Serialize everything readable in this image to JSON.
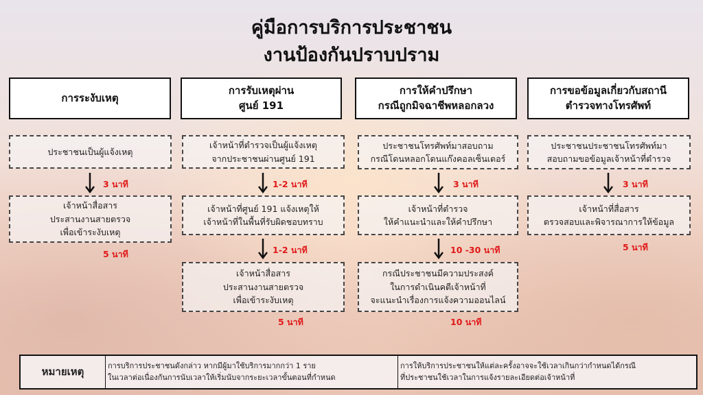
{
  "title": {
    "line1": "คู่มือการบริการประชาชน",
    "line2": "งานป้องกันปราบปราม"
  },
  "columns": [
    {
      "header": "การระงับเหตุ",
      "steps": [
        "ประชาชนเป็นผู้แจ้งเหตุ",
        "เจ้าหน้าสื่อสาร\nประสานงานสายตรวจ\nเพื่อเข้าระงับเหตุ"
      ],
      "times": [
        "3 นาที",
        "5 นาที"
      ]
    },
    {
      "header": "การรับเหตุผ่าน\nศูนย์ 191",
      "steps": [
        "เจ้าหน้าที่ตำรวจเป็นผู้แจ้งเหตุ\nจากประชาชนผ่านศูนย์ 191",
        "เจ้าหน้าที่ศูนย์ 191 แจ้งเหตุให้\nเจ้าหน้าที่ในพื้นที่รับผิดชอบทราบ",
        "เจ้าหน้าสื่อสาร\nประสานงานสายตรวจ\nเพื่อเข้าระงับเหตุ"
      ],
      "times": [
        "1-2 นาที",
        "1-2 นาที",
        "5 นาที"
      ]
    },
    {
      "header": "การให้คำปรึกษา\nกรณีถูกมิจฉาชีพหลอกลวง",
      "steps": [
        "ประชาชนโทรศัพท์มาสอบถาม\nกรณีโดนหลอกโดนแก๊งคอลเซ็นเตอร์",
        "เจ้าหน้าที่ตำรวจ\nให้คำแนะนำและให้คำปรึกษา",
        "กรณีประชาชนมีความประสงค์\nในการดำเนินคดีเจ้าหน้าที่\nจะแนะนำเรื่องการแจ้งความออนไลน์"
      ],
      "times": [
        "3 นาที",
        "10 -30 นาที",
        "10 นาที"
      ]
    },
    {
      "header": "การขอข้อมูลเกี่ยวกับสถานี\nตำรวจทางโทรศัพท์",
      "steps": [
        "ประชาชนประชาชนโทรศัพท์มา\nสอบถามขอข้อมูลเจ้าหน้าที่ตำรวจ",
        "เจ้าหน้าที่สื่อสาร\nตรวจสอบและพิจารณาการให้ข้อมูล"
      ],
      "times": [
        "3 นาที",
        "5 นาที"
      ]
    }
  ],
  "note": {
    "label": "หมายเหตุ",
    "text1": "การบริการประชาชนดังกล่าว หากมีผู้มาใช้บริการมากกว่า 1 ราย\n ในเวลาต่อเนื่องกันการนับเวลาให้เริ่มนับจากระยะเวลาขั้นตอนที่กำหนด",
    "text2": "การให้บริการประชาชนให้แต่ละครั้งอาจจะใช้เวลาเกินกว่ากำหนดได้กรณี\nที่ประชาชนใช้เวลาในการแจ้งรายละเอียดต่อเจ้าหน้าที่"
  },
  "colors": {
    "time": "#e01818"
  }
}
